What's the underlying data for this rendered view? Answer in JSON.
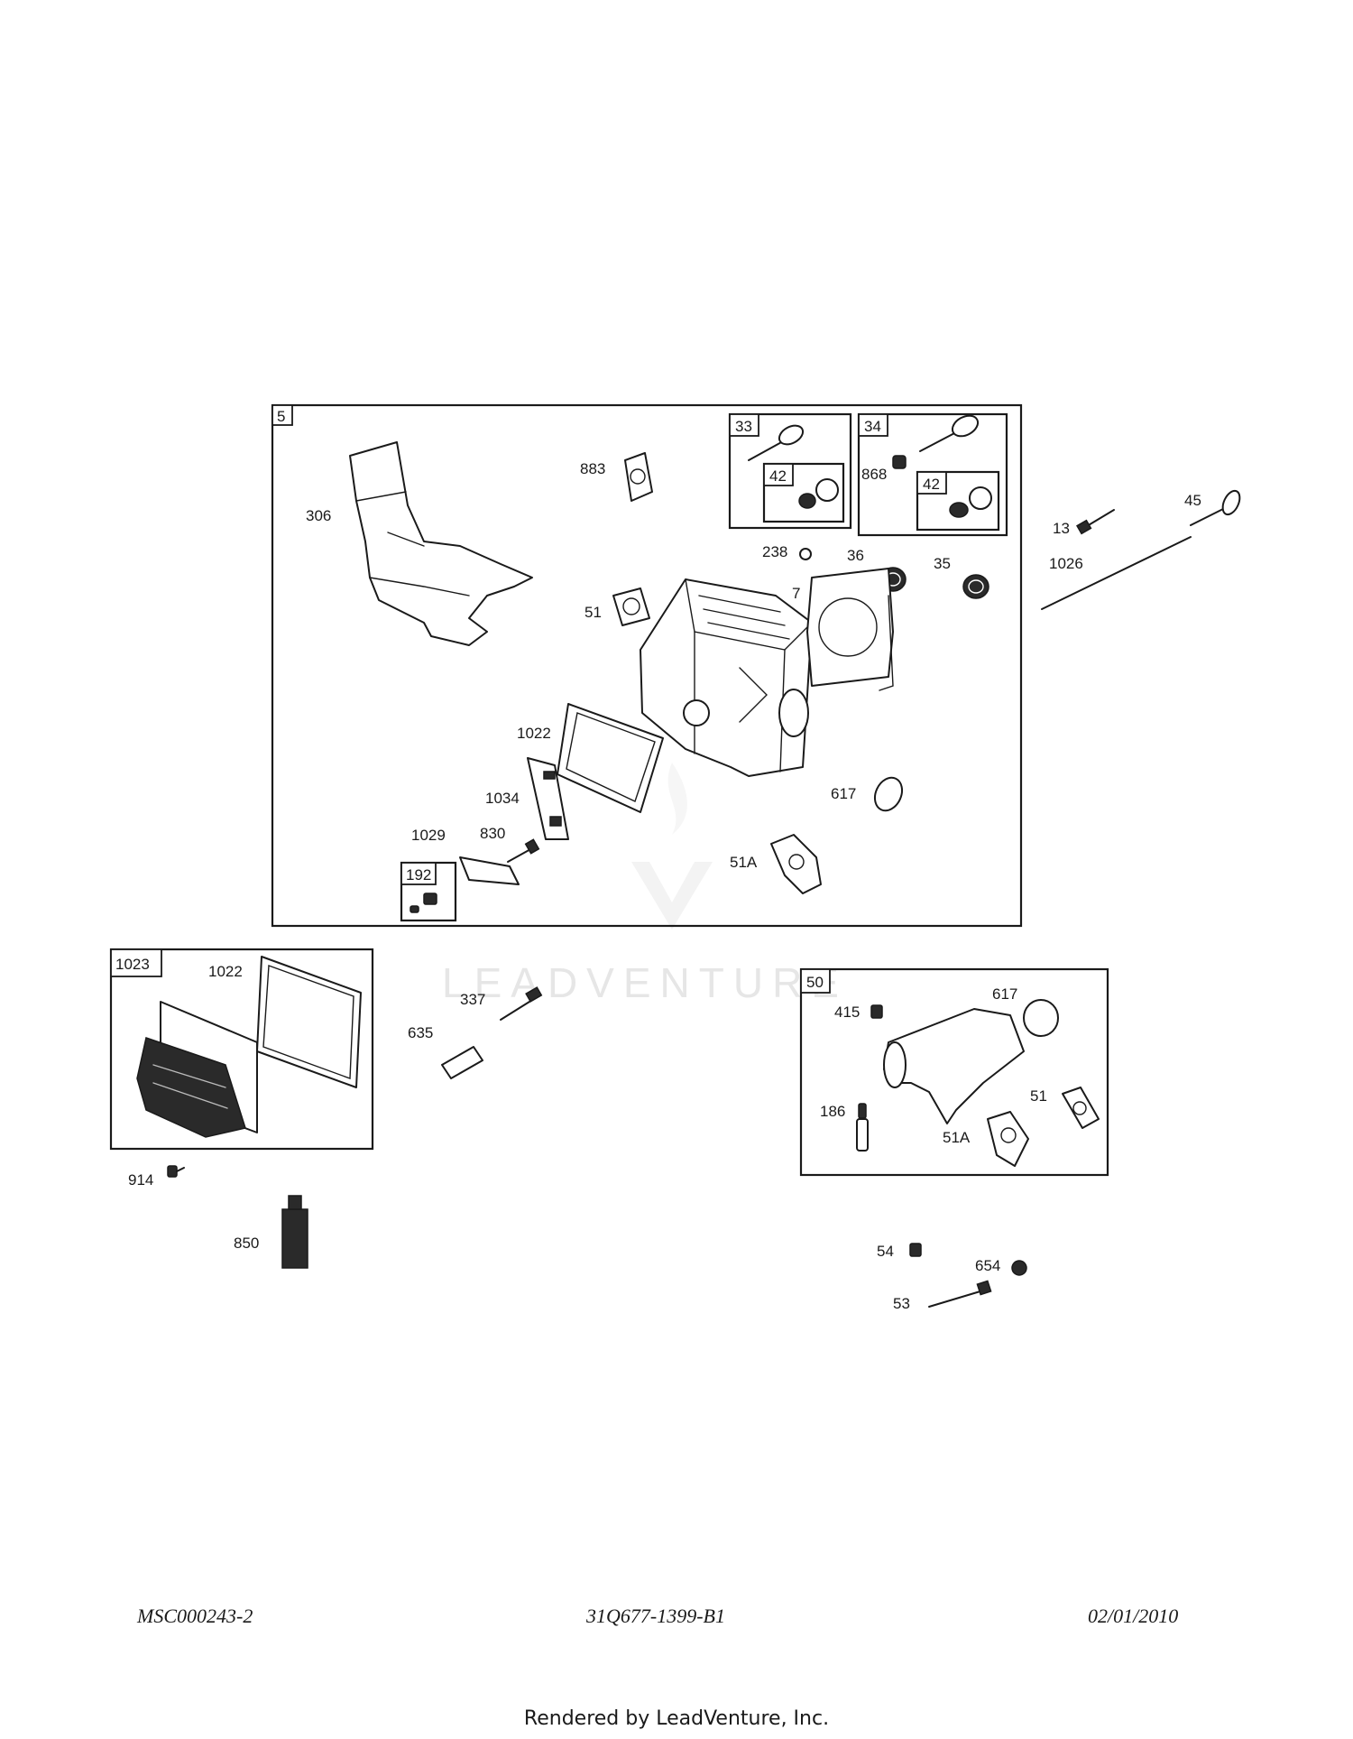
{
  "watermark": "LEADVENTURE",
  "footer": {
    "left": "MSC000243-2",
    "center": "31Q677-1399-B1",
    "right": "02/01/2010",
    "rendered_by": "Rendered by LeadVenture, Inc."
  },
  "groups": {
    "main": "5",
    "valve_exhaust": "33",
    "valve_exhaust_sub": "42",
    "valve_intake": "34",
    "valve_intake_sub": "42",
    "screw_kit": "192",
    "cover_kit": "1023",
    "intake_kit": "50"
  },
  "labels": {
    "p883": "883",
    "p306": "306",
    "p868": "868",
    "p13": "13",
    "p45": "45",
    "p1026": "1026",
    "p238": "238",
    "p36": "36",
    "p35": "35",
    "p7": "7",
    "p51": "51",
    "p1022": "1022",
    "p617": "617",
    "p1034": "1034",
    "p1029": "1029",
    "p830": "830",
    "p51A": "51A",
    "p1022b": "1022",
    "p337": "337",
    "p635": "635",
    "p415": "415",
    "p617b": "617",
    "p186": "186",
    "p51b": "51",
    "p51Ab": "51A",
    "p914": "914",
    "p850": "850",
    "p54": "54",
    "p654": "654",
    "p53": "53"
  }
}
